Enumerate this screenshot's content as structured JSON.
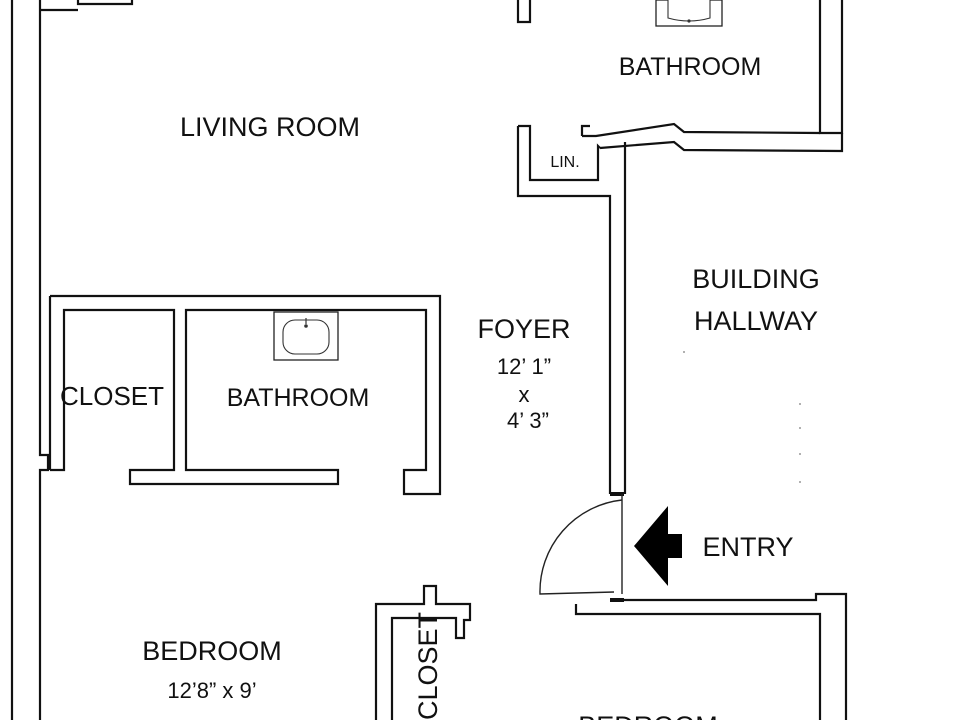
{
  "rooms": {
    "living_room": "LIVING ROOM",
    "bathroom_top": "BATHROOM",
    "linen": "LIN.",
    "building_hallway_line1": "BUILDING",
    "building_hallway_line2": "HALLWAY",
    "foyer": "FOYER",
    "foyer_dim_1": "12’ 1”",
    "foyer_dim_x": "x",
    "foyer_dim_2": "4’ 3”",
    "closet_left": "CLOSET",
    "bathroom_mid": "BATHROOM",
    "entry": "ENTRY",
    "bedroom_left": "BEDROOM",
    "bedroom_left_dim": "12’8” x 9’",
    "closet_bottom": "CLOSET",
    "bedroom_bottom": "BEDROOM"
  },
  "icons": {
    "entry_arrow": "arrow-left-icon",
    "sink": "sink-icon",
    "door_swing": "door-swing-icon"
  }
}
